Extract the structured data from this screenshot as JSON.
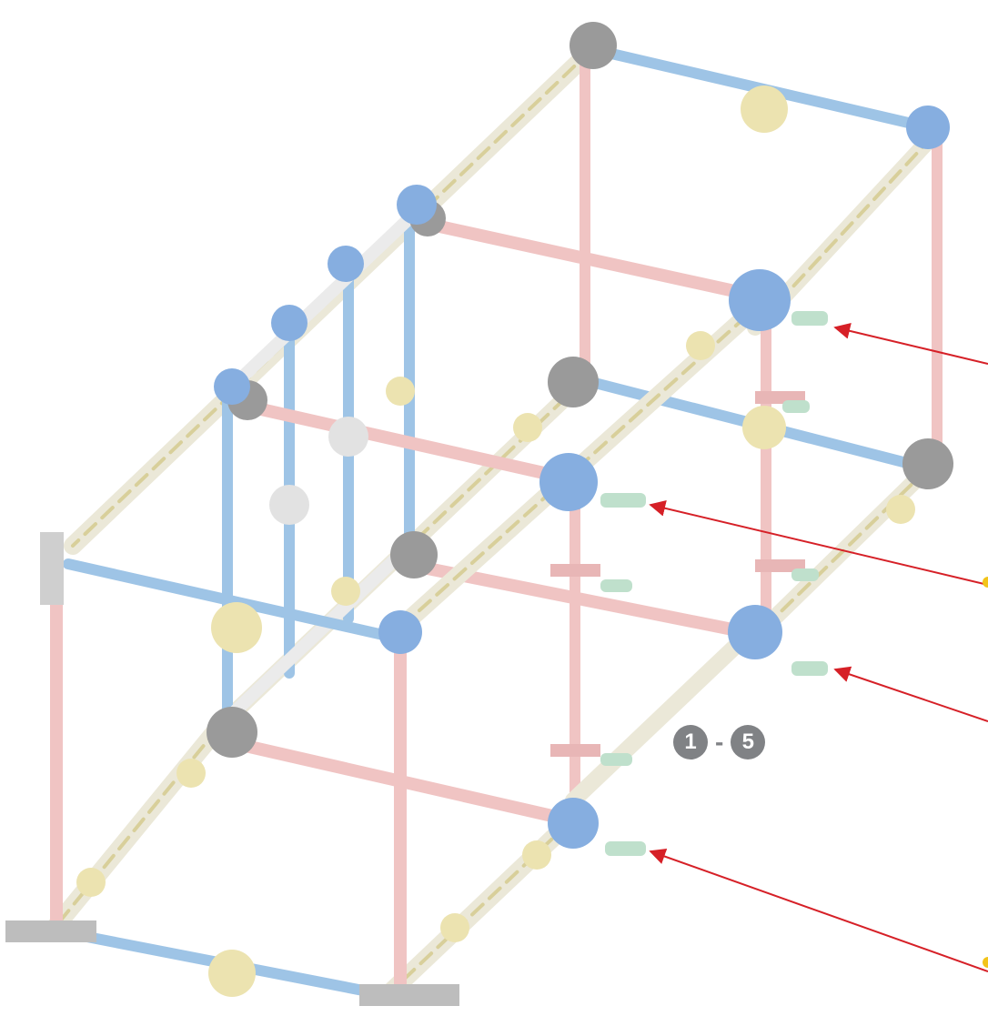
{
  "diagram": {
    "step_range": {
      "start": "1",
      "separator": "-",
      "end": "5"
    },
    "palette": {
      "pink_rod": "#f0c4c3",
      "blue_rod": "#9ec4e6",
      "blue_connector": "#86aee0",
      "gray_connector": "#9a9a9a",
      "white_rod": "#ebebeb",
      "yellow_connector": "#ece3b0",
      "green_end_cap": "#bfe0cc",
      "callout_arrow": "#d62027",
      "badge": "#808285"
    },
    "callout_count": 4
  }
}
